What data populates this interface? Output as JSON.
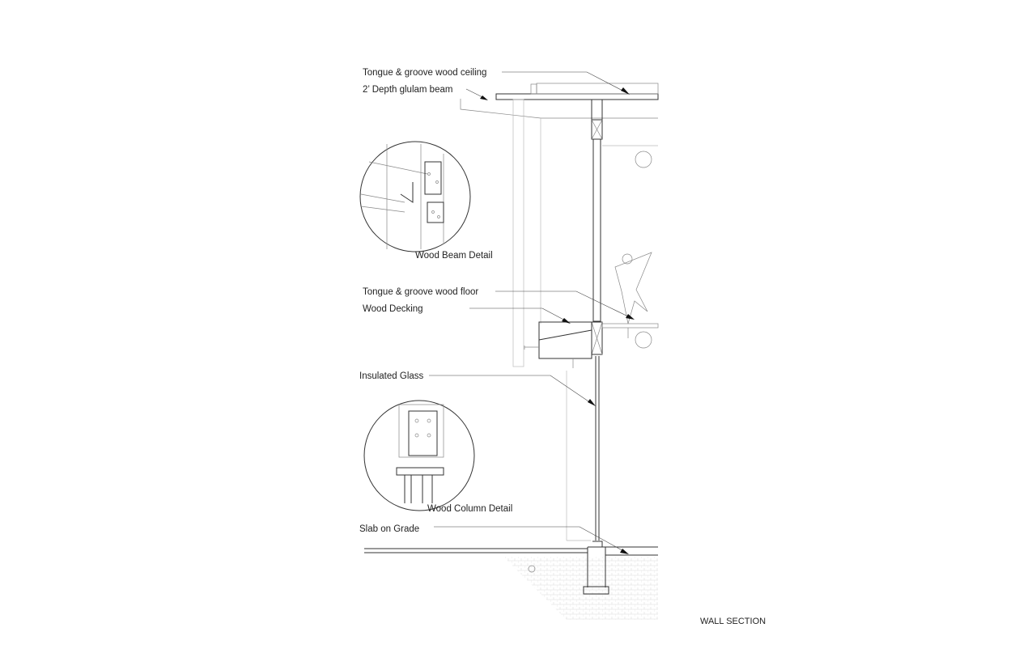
{
  "drawing": {
    "title": "WALL SECTION",
    "labels": {
      "ceiling": "Tongue & groove wood ceiling",
      "beam": "2’ Depth glulam beam",
      "beam_detail": "Wood Beam Detail",
      "floor": "Tongue & groove wood floor",
      "decking": "Wood Decking",
      "glass": "Insulated Glass",
      "column_detail": "Wood Column Detail",
      "slab": "Slab on Grade"
    }
  }
}
